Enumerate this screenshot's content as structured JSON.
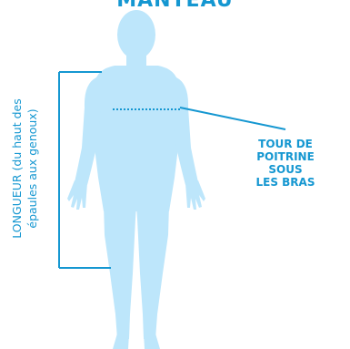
{
  "title": "MANTEAU",
  "length_label": {
    "line1": "LONGUEUR (du haut des",
    "line2": "épaules aux genoux)"
  },
  "chest_label": {
    "line1": "TOUR DE",
    "line2": "POITRINE SOUS",
    "line3": "LES BRAS"
  },
  "colors": {
    "accent": "#1597d1",
    "body": "#bde6fb",
    "background": "#ffffff"
  }
}
